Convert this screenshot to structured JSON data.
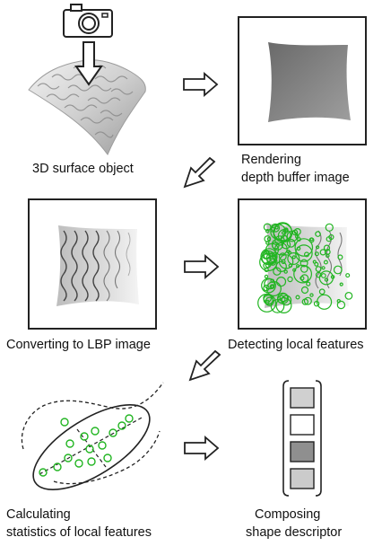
{
  "steps": {
    "surface": "3D surface object",
    "rendering_line1": "Rendering",
    "rendering_line2": "depth buffer image",
    "lbp": "Converting to LBP image",
    "detect": "Detecting local features",
    "calc_line1": "Calculating",
    "calc_line2": "statistics of local features",
    "compose_line1": "Composing",
    "compose_line2": "shape descriptor"
  },
  "descriptor_bins": [
    "#d0d0d0",
    "#ffffff",
    "#8f8f8f",
    "#cbcbcb"
  ],
  "colors": {
    "feature": "#22b522",
    "stroke": "#222222"
  },
  "icons": [
    "camera-icon",
    "down-arrow-icon",
    "right-arrow-icon",
    "diagonal-arrow-icon"
  ]
}
